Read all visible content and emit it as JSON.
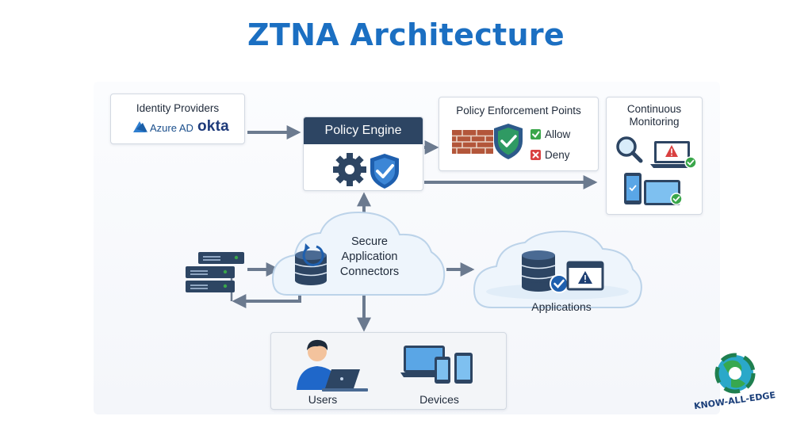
{
  "title": "ZTNA Architecture",
  "identity": {
    "title": "Identity Providers",
    "azure": "Azure AD",
    "okta": "okta"
  },
  "engine": {
    "title": "Policy Engine"
  },
  "pep": {
    "title": "Policy Enforcement Points",
    "allow": "Allow",
    "deny": "Deny"
  },
  "monitoring": {
    "title_line1": "Continuous",
    "title_line2": "Monitoring"
  },
  "connector": {
    "line1": "Secure",
    "line2": "Application",
    "line3": "Connectors"
  },
  "applications": {
    "label": "Applications"
  },
  "bottom": {
    "users": "Users",
    "devices": "Devices"
  },
  "logo": {
    "text": "KNOW-ALL-EDGE"
  },
  "colors": {
    "title": "#1b6fc2",
    "navy": "#2d4563",
    "arrow": "#6b7a8f",
    "green": "#3aa64a",
    "red": "#d94040",
    "shield": "#1e5fae",
    "brick": "#b3563a"
  }
}
